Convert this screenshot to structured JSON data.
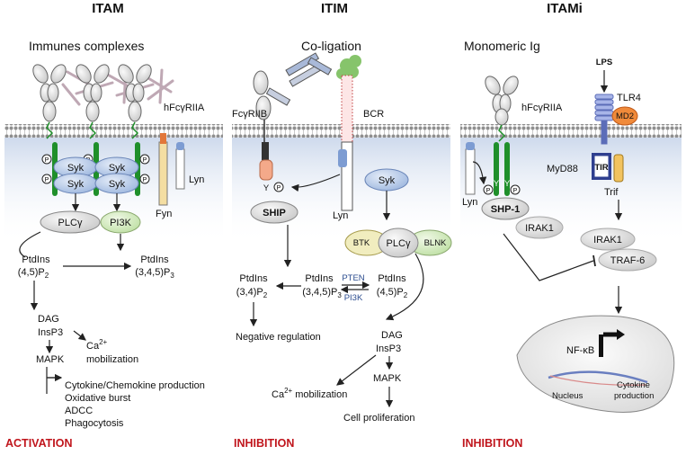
{
  "panels": [
    {
      "id": "itam",
      "header": "ITAM",
      "subtitle": "Immunes complexes",
      "receptor": "hFcγRIIA",
      "kinase_labels": [
        "Syk",
        "Syk",
        "Syk",
        "Syk"
      ],
      "phospho": "P",
      "enzymes": [
        "PLCγ",
        "PI3K"
      ],
      "src_kinases": [
        "Fyn",
        "Lyn"
      ],
      "substrate": [
        "PtdIns",
        "(4,5)P",
        "2"
      ],
      "product": [
        "PtdIns",
        "(3,4,5)P",
        "3"
      ],
      "second_messengers": [
        "DAG",
        "InsP3"
      ],
      "calcium": [
        "Ca",
        "2+",
        "mobilization"
      ],
      "mapk": "MAPK",
      "outcomes": [
        "Cytokine/Chemokine production",
        "Oxidative burst",
        "ADCC",
        "Phagocytosis"
      ],
      "status": "ACTIVATION"
    },
    {
      "id": "itim",
      "header": "ITIM",
      "subtitle": "Co-ligation",
      "receptor": "FcγRIIB",
      "bcr": "BCR",
      "kinase": "Syk",
      "phosphatase": "SHIP",
      "src_kinase": "Lyn",
      "adaptors": [
        "BTK",
        "PLCγ",
        "BLNK"
      ],
      "pip_left": [
        "PtdIns",
        "(3,4)P",
        "2"
      ],
      "pip_mid": [
        "PtdIns",
        "(3,4,5)P",
        "3"
      ],
      "pip_right": [
        "PtdIns",
        "(4,5)P",
        "2"
      ],
      "pten": "PTEN",
      "pi3k": "PI3K",
      "negative": "Negative regulation",
      "second_messengers": [
        "DAG",
        "InsP3"
      ],
      "calcium": [
        "Ca",
        "2+",
        " mobilization"
      ],
      "mapk": "MAPK",
      "outcome": "Cell proliferation",
      "status": "INHIBITION"
    },
    {
      "id": "itami",
      "header": "ITAMi",
      "subtitle": "Monomeric Ig",
      "receptor": "hFcγRIIA",
      "lps": "LPS",
      "tlr": "TLR4",
      "md2": "MD2",
      "tir": "TIR",
      "myd88": "MyD88",
      "trif": "Trif",
      "src_kinase": "Lyn",
      "phosphatase": "SHP-1",
      "irak_left": "IRAK1",
      "irak_right": "IRAK1",
      "traf": "TRAF-6",
      "nfkb": "NF-κB",
      "nucleus": "Nucleus",
      "cytokine": [
        "Cytokine",
        "production"
      ],
      "status": "INHIBITION"
    }
  ],
  "colors": {
    "status_red": "#c0151c",
    "syk_blue": "#b9cdea",
    "itam_green": "#1f8f2a",
    "membrane_gray": "#9c9c9c",
    "cytoplasm": "#dde5f2",
    "shp_gray": "#e6e6e6"
  }
}
